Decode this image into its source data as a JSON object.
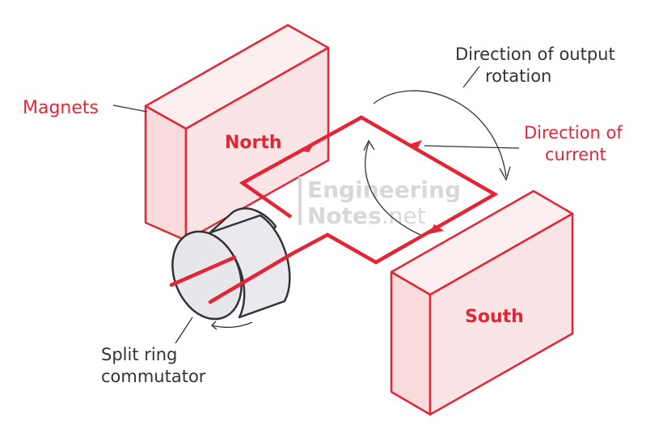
{
  "labels": {
    "magnets": "Magnets",
    "north": "North",
    "south": "South",
    "rotation_line1": "Direction of output",
    "rotation_line2": "rotation",
    "current_line1": "Direction of",
    "current_line2": "current",
    "commutator_line1": "Split ring",
    "commutator_line2": "commutator"
  },
  "watermark": {
    "line1": "Engineering",
    "line2_bold": "Notes",
    "line2_light": ".net"
  },
  "colors": {
    "accent": "#e32636",
    "magnet_fill": "#fbe4e6",
    "text_dark": "#333333",
    "commutator_fill": "#e9e9ee",
    "watermark": "#d8d8d8"
  }
}
